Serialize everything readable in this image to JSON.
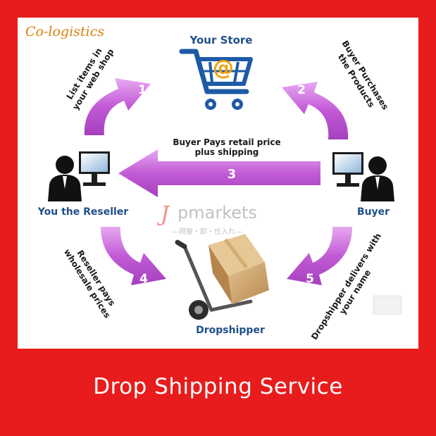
{
  "brand": "Co-logistics",
  "store_label": "Your Store",
  "store_symbol": "@",
  "reseller_label": "You the Reseller",
  "buyer_label": "Buyer",
  "dropshipper_label": "Dropshipper",
  "watermark": {
    "logo_letter": "J",
    "logo_text": "pmarkets",
    "tagline": "—問屋・卸・仕入れ—"
  },
  "steps": {
    "s1": {
      "number": "1",
      "line1": "List items in",
      "line2": "your web shop"
    },
    "s2": {
      "number": "2",
      "line1": "Buyer Purchases",
      "line2": "the Products"
    },
    "s3": {
      "number": "3",
      "line1": "Buyer Pays retail price",
      "line2": "plus shipping"
    },
    "s4": {
      "number": "4",
      "line1": "Reseller pays",
      "line2": "wholesale prices"
    },
    "s5": {
      "number": "5",
      "line1": "Dropshipper delivers with",
      "line2": "your name"
    }
  },
  "colors": {
    "frame": "#e81c1c",
    "arrow": "#c25ad6",
    "label_blue": "#1f4f8a",
    "brand_orange": "#d7820b",
    "cart_blue": "#1e5aa6",
    "box_tan": "#c9a06a"
  },
  "footer_title": "Drop Shipping Service"
}
